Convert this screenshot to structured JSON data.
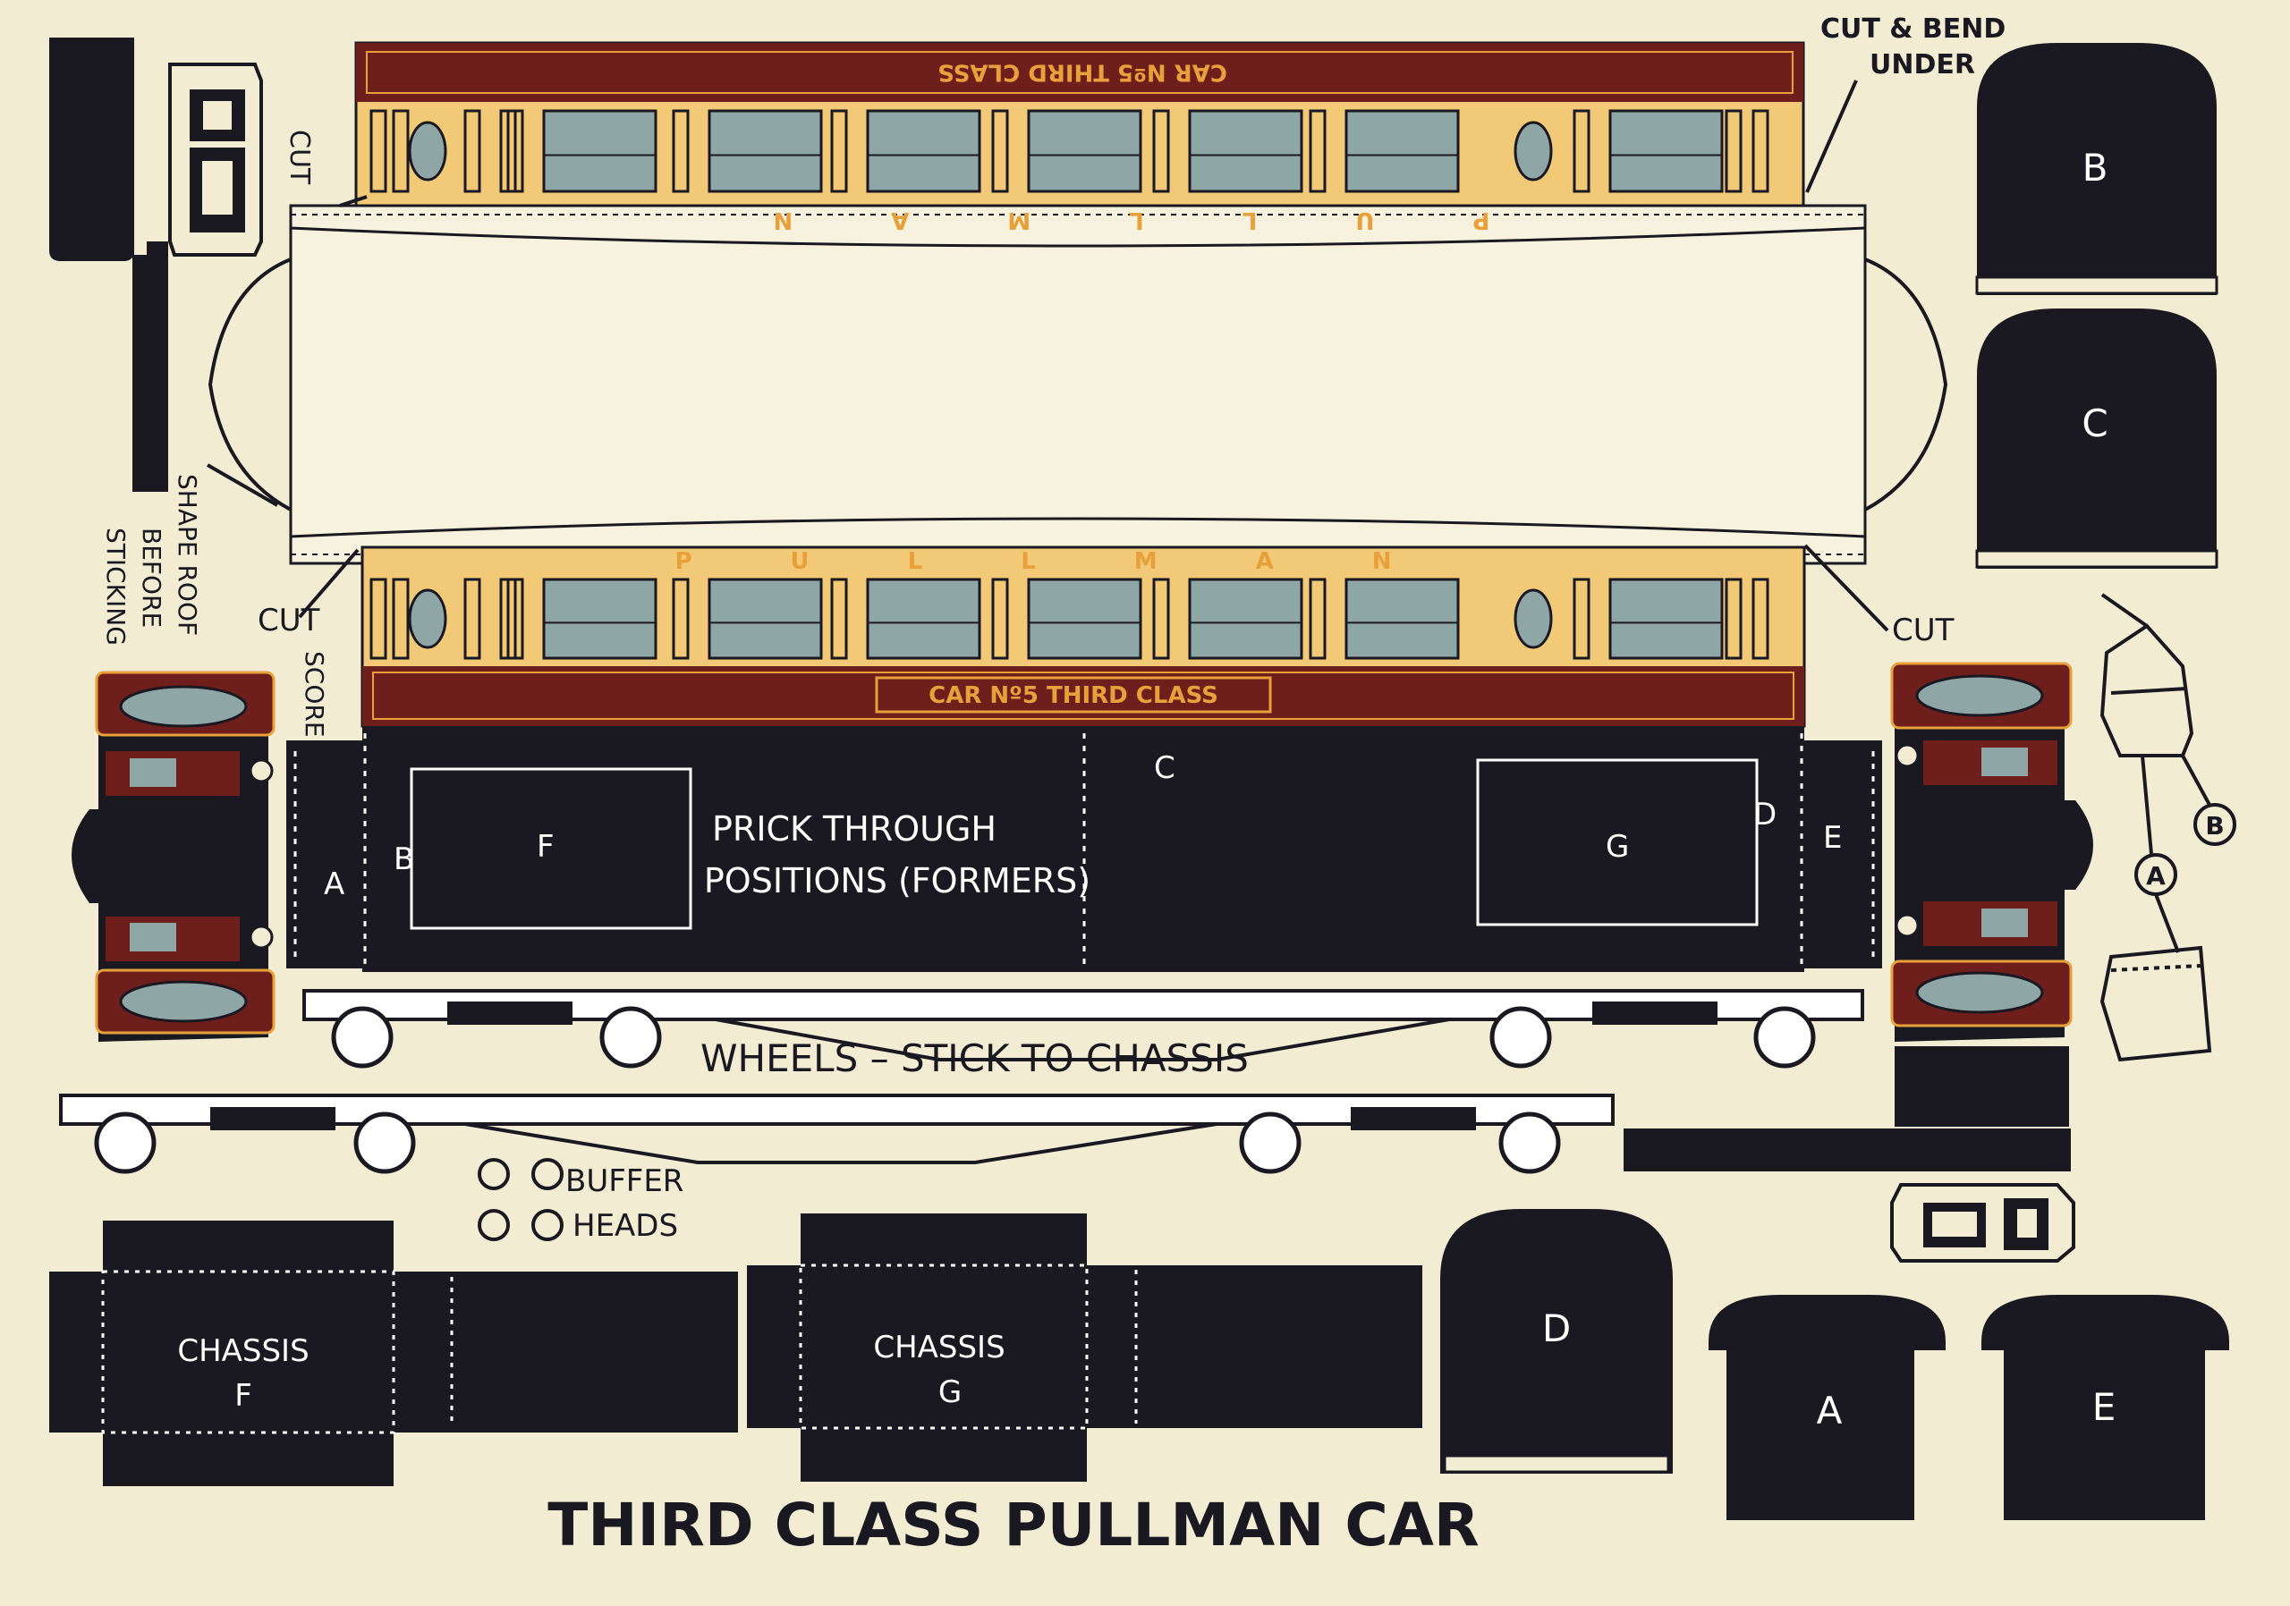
{
  "sheet": {
    "title": "THIRD CLASS PULLMAN CAR",
    "colors": {
      "paper": "#f1ecd2",
      "ink": "#1a1820",
      "maroon": "#6e1f1c",
      "cream": "#f2c977",
      "glass": "#8fa6a7",
      "gold": "#e8a13a"
    }
  },
  "labels": {
    "car_name": "CAR Nº5 THIRD CLASS",
    "pullman": "PULLMAN",
    "cut": "CUT",
    "cut_bend_line1": "CUT & BEND",
    "cut_bend_line2": "UNDER",
    "shape_roof_line1": "SHAPE ROOF",
    "shape_roof_line2": "BEFORE",
    "shape_roof_line3": "STICKING",
    "score": "SCORE",
    "prick_line1": "PRICK THROUGH",
    "prick_line2": "POSITIONS (FORMERS)",
    "wheels": "WHEELS – STICK TO CHASSIS",
    "buffer_line1": "BUFFER",
    "buffer_line2": "HEADS",
    "chassis": "CHASSIS",
    "letter_a": "A",
    "letter_b": "B",
    "letter_c": "C",
    "letter_d": "D",
    "letter_e": "E",
    "letter_f": "F",
    "letter_g": "G"
  }
}
